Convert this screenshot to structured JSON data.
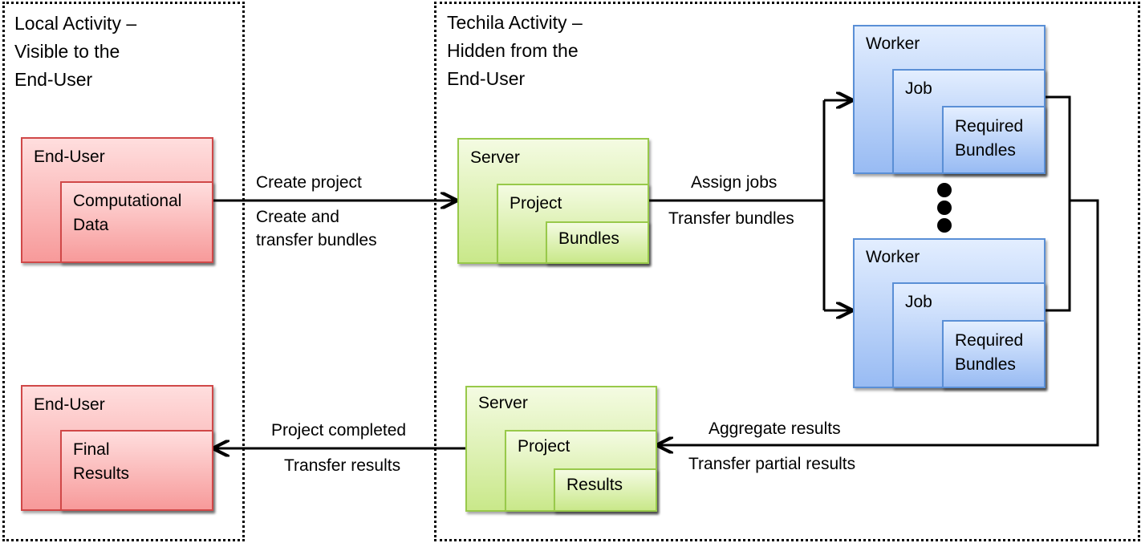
{
  "regions": {
    "local_title": "Local Activity –\nVisible to the\nEnd-User",
    "techila_title": "Techila Activity –\nHidden from the\nEnd-User"
  },
  "nodes": {
    "enduser_top": {
      "label": "End-User",
      "child": "Computational\nData"
    },
    "server_top": {
      "label": "Server",
      "child": "Project",
      "grandchild": "Bundles"
    },
    "worker_top": {
      "label": "Worker",
      "child": "Job",
      "grandchild": "Required\nBundles"
    },
    "worker_bottom": {
      "label": "Worker",
      "child": "Job",
      "grandchild": "Required\nBundles"
    },
    "server_bottom": {
      "label": "Server",
      "child": "Project",
      "grandchild": "Results"
    },
    "enduser_bottom": {
      "label": "End-User",
      "child": "Final\nResults"
    }
  },
  "edges": {
    "create_project": "Create project",
    "create_transfer_bundles": "Create and\ntransfer bundles",
    "assign_jobs": "Assign jobs",
    "transfer_bundles": "Transfer bundles",
    "aggregate_results": "Aggregate results",
    "transfer_partial_results": "Transfer partial results",
    "project_completed": "Project completed",
    "transfer_results": "Transfer results"
  },
  "colors": {
    "enduser": "#f79a9a",
    "server": "#c9e88a",
    "worker": "#98bbf3"
  }
}
